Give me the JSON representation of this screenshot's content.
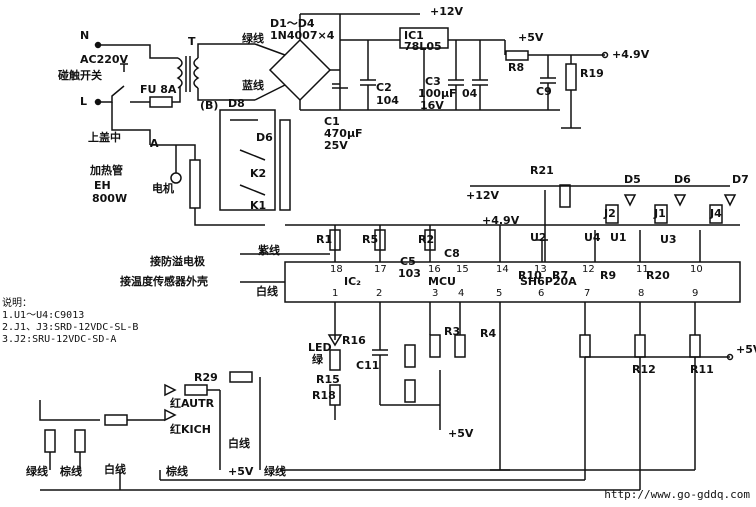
{
  "labels": {
    "n": "N",
    "ac": "AC220V",
    "touch_switch": "碰触开关",
    "l": "L",
    "fuse": "FU 8A",
    "lid": "上盖中",
    "a": "A",
    "heater": "加热管",
    "eh": "EH",
    "watt": "800W",
    "motor": "电机",
    "t": "T",
    "b": "(B)",
    "d8": "D8",
    "green": "绿线",
    "blue": "蓝线",
    "diodes": "D1～D4",
    "diodes2": "1N4007×4",
    "ic1": "IC1",
    "reg": "78L05",
    "v12": "+12V",
    "v5a": "+5V",
    "v49": "+4.9V",
    "r8": "R8",
    "r19": "R19",
    "c9": "C9",
    "c1": "C1",
    "c1v": "470μF",
    "c1u": "25V",
    "c2": "C2",
    "c2v": "104",
    "c3": "C3",
    "c3v": "100μF",
    "c3u": "16V",
    "c04": "04",
    "d6": "D6",
    "k2": "K2",
    "k1": "K1",
    "r21": "R21",
    "d5": "D5",
    "d6b": "D6",
    "d7": "D7",
    "v12b": "+12V",
    "j2": "J2",
    "j1": "J1",
    "j4": "J4",
    "v49b": "+4.9V",
    "r1": "R1",
    "r5": "R5",
    "r2": "R2",
    "c5": "C5",
    "c5v": "103",
    "c8": "C8",
    "purple": "紫线",
    "anti_overflow": "接防溢电极",
    "temp_sensor": "接温度传感器外壳",
    "white": "白线",
    "u2": "U2",
    "u4": "U4",
    "u1": "U1",
    "u3": "U3",
    "r10": "R10",
    "r7": "R7",
    "r9": "R9",
    "r20": "R20",
    "p18": "18",
    "p17": "17",
    "p16": "16",
    "p15": "15",
    "p14": "14",
    "p13": "13",
    "p12": "12",
    "p11": "11",
    "p10": "10",
    "ic_name": "IC₂",
    "mcu": "MCU",
    "mcu_part": "SH6P20A",
    "p1": "1",
    "p2": "2",
    "p3": "3",
    "p4": "4",
    "p5": "5",
    "p6": "6",
    "p7": "7",
    "p8": "8",
    "p9": "9",
    "r16": "R16",
    "led": "LED",
    "led2": "绿",
    "r3": "R3",
    "r4": "R4",
    "r15": "R15",
    "c11": "C11",
    "r18": "R18",
    "r12": "R12",
    "r11": "R11",
    "v5b": "+5V",
    "v5c": "+5V",
    "r29": "R29",
    "red_autr": "红AUTR",
    "red_kich": "红KICH",
    "white2": "白线",
    "v5d": "+5V",
    "green2": "绿线",
    "brown": "棕线",
    "white3": "白线",
    "brown2": "棕线",
    "green3": "绿线"
  },
  "notes": {
    "title": "说明：",
    "n1": "1.U1～U4:C9013",
    "n2": "2.J1、J3:SRD-12VDC-SL-B",
    "n3": "3.J2:SRU-12VDC-SD-A"
  },
  "watermark": "http://www.go-gddq.com"
}
